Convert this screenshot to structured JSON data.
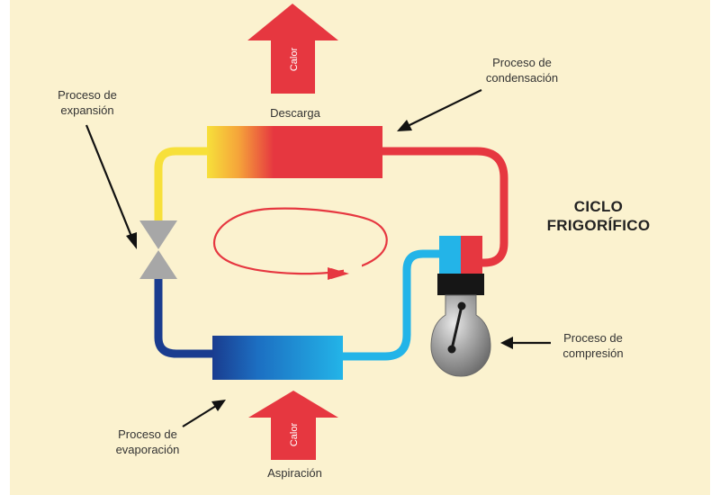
{
  "title": {
    "line1": "CICLO",
    "line2": "FRIGORÍFICO"
  },
  "labels": {
    "expansion": {
      "line1": "Proceso de",
      "line2": "expansión"
    },
    "condensation": {
      "line1": "Proceso de",
      "line2": "condensación"
    },
    "compression": {
      "line1": "Proceso de",
      "line2": "compresión"
    },
    "evaporation": {
      "line1": "Proceso de",
      "line2": "evaporación"
    },
    "discharge": "Descarga",
    "suction": "Aspiración",
    "heat_top": "Calor",
    "heat_bottom": "Calor"
  },
  "colors": {
    "background": "#fbf2cf",
    "hot": "#e63740",
    "warm": "#f7e03a",
    "cold": "#1a3c8f",
    "cool": "#23aee5",
    "valve": "#a7a7a7",
    "compressor_body": "#9e9e9e",
    "arrow": "#111111"
  },
  "icons": [
    "expansion-valve-icon",
    "compressor-icon",
    "cycle-direction-arrow-icon",
    "heat-arrow-icon"
  ]
}
